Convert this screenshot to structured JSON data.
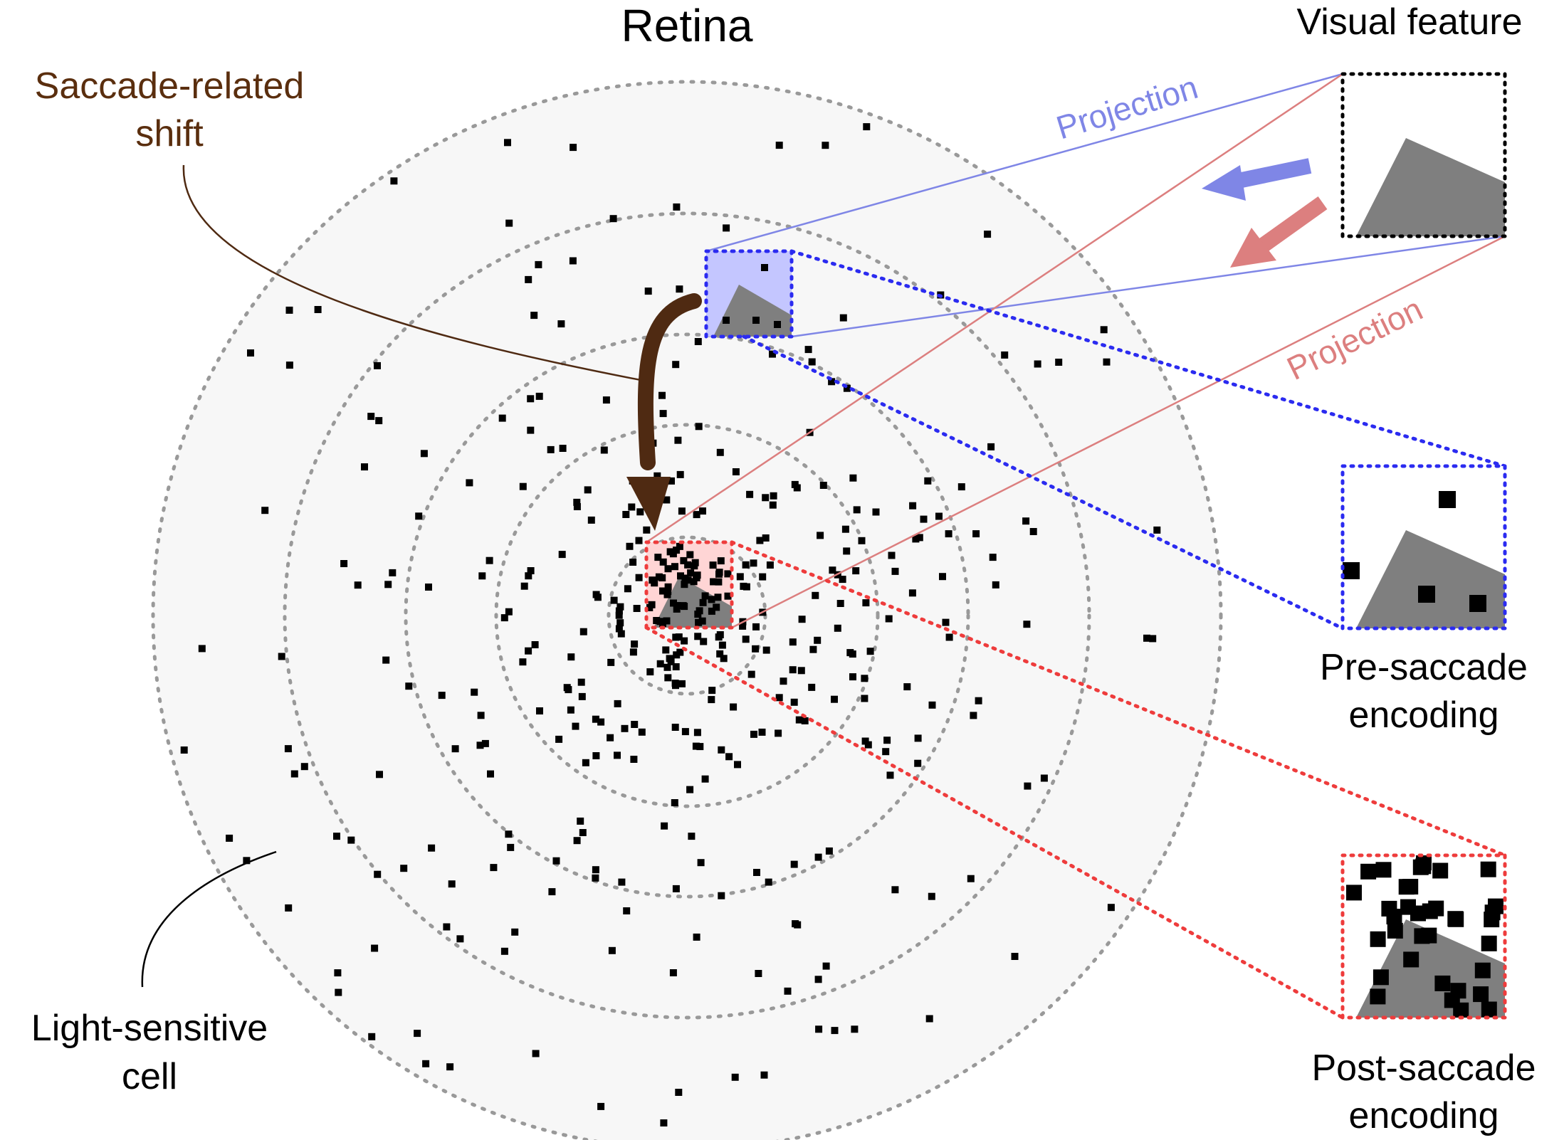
{
  "labels": {
    "retina": "Retina",
    "saccade_shift": [
      "Saccade-related",
      "shift"
    ],
    "visual_feature": "Visual feature",
    "projection_blue": "Projection",
    "projection_red": "Projection",
    "pre_saccade": [
      "Pre-saccade",
      "encoding"
    ],
    "post_saccade": [
      "Post-saccade",
      "encoding"
    ],
    "light_cell": [
      "Light-sensitive",
      "cell"
    ]
  },
  "colors": {
    "retina_fill": "#f7f7f7",
    "ring": "#999999",
    "cell": "#000000",
    "feature": "#7f7f7f",
    "blue": "#7f86e6",
    "blue_dotted": "#2b2bf0",
    "blue_fill": "#c4c6ff",
    "red": "#dc7f7f",
    "red_dotted": "#ee3c3c",
    "red_fill": "#ffd5d5",
    "brown": "#4f2a12",
    "brown_text": "#5a2e0e"
  }
}
